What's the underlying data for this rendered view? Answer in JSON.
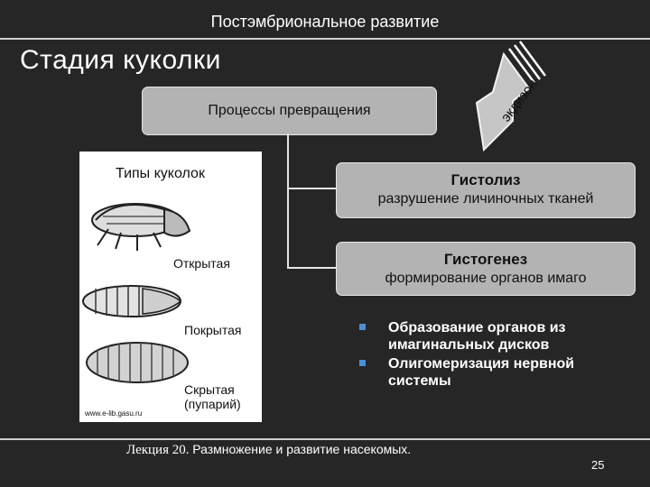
{
  "header": {
    "top_title": "Постэмбриональное развитие",
    "slide_title": "Стадия куколки"
  },
  "arrow": {
    "label": "экдизон"
  },
  "process_box": {
    "label": "Процессы превращения"
  },
  "histolysis": {
    "title": "Гистолиз",
    "subtitle": "разрушение личиночных тканей"
  },
  "histogenesis": {
    "title": "Гистогенез",
    "subtitle": "формирование органов имаго"
  },
  "pupa_panel": {
    "title": "Типы куколок",
    "types": [
      "Открытая",
      "Покрытая",
      "Скрытая\n(пупарий)"
    ],
    "watermark": "www.e-lib.gasu.ru"
  },
  "bullets": [
    "Образование органов из имагинальных дисков",
    "Олигомеризация нервной системы"
  ],
  "footer": {
    "lecture": "Лекция 20.",
    "course": "Размножение и развитие насекомых.",
    "page": "25"
  },
  "colors": {
    "background": "#262626",
    "box": "#b3b3b3",
    "bullet": "#4a8fd9"
  }
}
